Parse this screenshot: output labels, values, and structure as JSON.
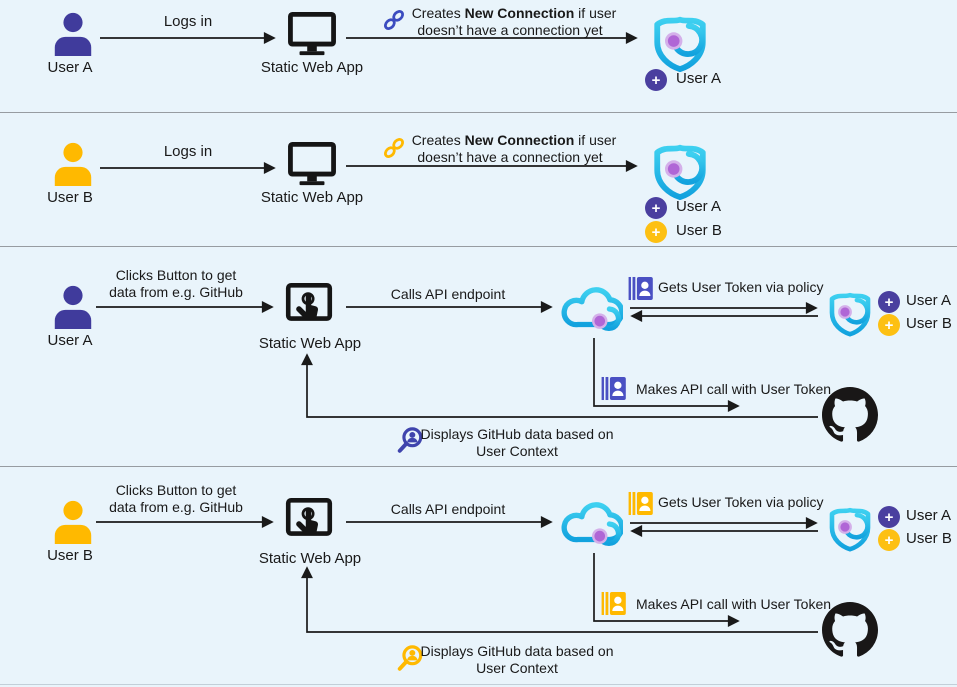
{
  "colors": {
    "background": "#e9f4fb",
    "divider": "#979ca1",
    "user_a_purple": "#403b9c",
    "user_b_yellow": "#ffb900",
    "shield_cyan_light": "#3ed0f0",
    "shield_cyan_dark": "#12a2de",
    "dot_purple": "#b066d6",
    "dot_halo": "#d4b0ea",
    "link_blue": "#3b4cc0",
    "link_yellow": "#ffb900",
    "contact_badge_blue": "#4a50c3",
    "contact_badge_yellow": "#ffb900",
    "plus_badge_purple": "#4a3f9f",
    "plus_badge_yellow": "#fdc013",
    "github_black": "#191717",
    "arrow_black": "#1a1a1a"
  },
  "icons": {
    "plus": "+"
  },
  "sections": [
    {
      "id": "login-user-a",
      "actor": "User A",
      "login_label": "Logs in",
      "app_label": "Static Web App",
      "note": {
        "pre": "Creates ",
        "bold": "New Connection",
        "post": " if user",
        "line2": "doesn’t have a connection yet"
      },
      "connected_users": [
        {
          "name": "User A",
          "badge": "purple"
        }
      ]
    },
    {
      "id": "login-user-b",
      "actor": "User B",
      "login_label": "Logs in",
      "app_label": "Static Web App",
      "note": {
        "pre": "Creates ",
        "bold": "New Connection",
        "post": " if user",
        "line2": "doesn’t have a connection yet"
      },
      "connected_users": [
        {
          "name": "User A",
          "badge": "purple"
        },
        {
          "name": "User B",
          "badge": "yellow"
        }
      ]
    },
    {
      "id": "data-flow-user-a",
      "actor": "User A",
      "click_line1": "Clicks Button to get",
      "click_line2": "data from e.g. GitHub",
      "app_label": "Static Web App",
      "api_label": "Calls API endpoint",
      "token_label": "Gets User Token via policy",
      "api_call_label": "Makes API call with User Token",
      "display_line1": "Displays GitHub data based on",
      "display_line2": "User Context",
      "connected_users": [
        {
          "name": "User A",
          "badge": "purple"
        },
        {
          "name": "User B",
          "badge": "yellow"
        }
      ]
    },
    {
      "id": "data-flow-user-b",
      "actor": "User B",
      "click_line1": "Clicks Button to get",
      "click_line2": "data from e.g. GitHub",
      "app_label": "Static Web App",
      "api_label": "Calls API endpoint",
      "token_label": "Gets User Token via policy",
      "api_call_label": "Makes API call with User Token",
      "display_line1": "Displays GitHub data based on",
      "display_line2": "User Context",
      "connected_users": [
        {
          "name": "User A",
          "badge": "purple"
        },
        {
          "name": "User B",
          "badge": "yellow"
        }
      ]
    }
  ]
}
